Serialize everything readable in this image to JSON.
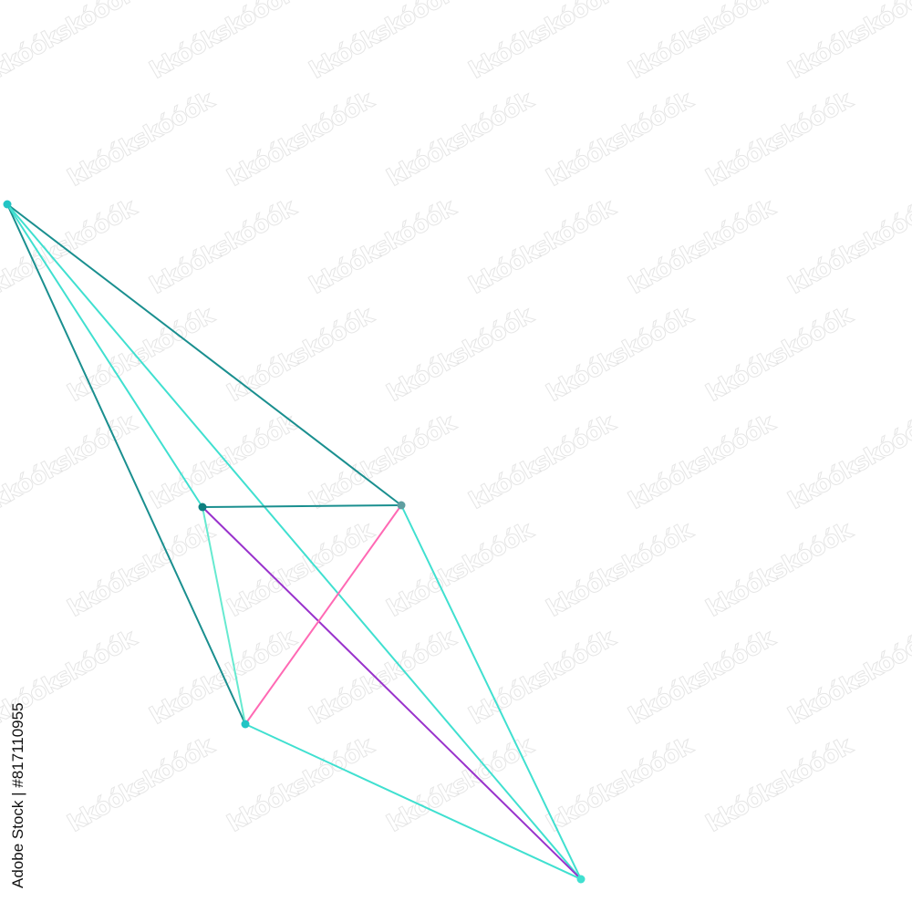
{
  "watermark": {
    "text": "kkóókskóóók",
    "stock_id": "Adobe Stock | #817110955"
  },
  "colors": {
    "background": "#ffffff",
    "dark_teal": "#1a8f8f",
    "turquoise": "#40e0d0",
    "aquamarine": "#66ead0",
    "hot_pink": "#ff69b4",
    "dark_orchid": "#9932cc",
    "node_teal": "#22c4c4",
    "node_dark": "#0e7f7f",
    "node_slate": "#5f9ea0"
  },
  "diagram": {
    "nodes": [
      {
        "id": "A",
        "color": "node_teal"
      },
      {
        "id": "B",
        "color": "node_dark"
      },
      {
        "id": "C",
        "color": "node_slate"
      },
      {
        "id": "D",
        "color": "node_teal"
      },
      {
        "id": "E",
        "color": "turquoise"
      }
    ],
    "edges": [
      {
        "from": "A",
        "to": "C",
        "color": "dark_teal"
      },
      {
        "from": "A",
        "to": "D",
        "color": "dark_teal"
      },
      {
        "from": "A",
        "to": "B",
        "color": "turquoise"
      },
      {
        "from": "A",
        "to": "E",
        "color": "turquoise"
      },
      {
        "from": "B",
        "to": "C",
        "color": "dark_teal"
      },
      {
        "from": "B",
        "to": "D",
        "color": "aquamarine"
      },
      {
        "from": "B",
        "to": "E",
        "color": "dark_orchid"
      },
      {
        "from": "C",
        "to": "D",
        "color": "hot_pink"
      },
      {
        "from": "C",
        "to": "E",
        "color": "turquoise"
      },
      {
        "from": "D",
        "to": "E",
        "color": "turquoise"
      }
    ]
  }
}
